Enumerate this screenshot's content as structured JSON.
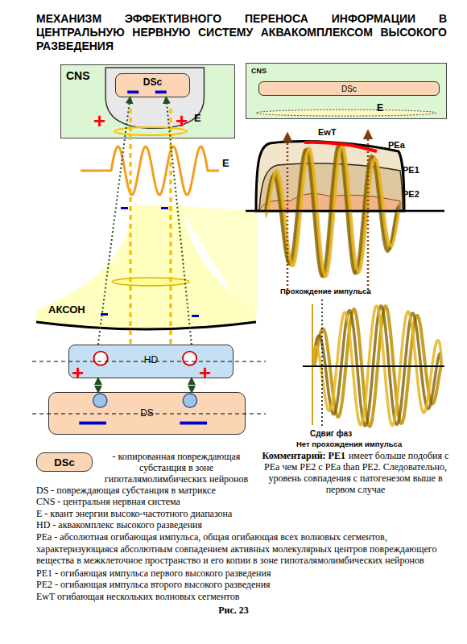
{
  "diagram": {
    "title": "МЕХАНИЗМ ЭФФЕКТИВНОГО ПЕРЕНОСА ИНФОРМАЦИИ В ЦЕНТРАЛЬНУЮ НЕРВНУЮ СИСТЕМУ АКВАКОМПЛЕКСОМ ВЫСОКОГО РАЗВЕДЕНИЯ",
    "caption": "Рис. 23",
    "nodes": [
      {
        "text": [
          "CNS"
        ]
      },
      {
        "text": [
          "DSc"
        ],
        "in": 0
      },
      {
        "text": [
          "АКСОН"
        ]
      },
      {
        "text": [
          "HD"
        ]
      },
      {
        "text": [
          "DS"
        ]
      },
      {
        "text": [
          "CNS"
        ]
      },
      {
        "text": [
          "DSc"
        ],
        "in": 5
      },
      {
        "text": [
          "DSc"
        ]
      }
    ],
    "edges": [
      {
        "from": 4,
        "to": 3,
        "arrow": "both"
      },
      {
        "from": 4,
        "to": 3,
        "arrow": "both"
      },
      {
        "from": 3,
        "to": 1,
        "arrow": "to"
      },
      {
        "from": 3,
        "to": 1,
        "arrow": "to"
      }
    ],
    "labels": [
      "+",
      "+",
      "E",
      "E",
      "+",
      "+",
      "E",
      "EwT",
      "PEa",
      "PE1",
      "PE2",
      "Прохождение импульса",
      "Сдвиг фаз",
      "Нет прохождения импульса",
      "- копированная повреждающая субстанция в зоне гипоталямолимбических нейронов",
      "Комментарий: PE1",
      "имеет больше подобия с PEa чем PE2 с PEa than PE2. Следовательно, уровень совпадения с патогенезом выше в первом случае"
    ],
    "legend": [
      {
        "text": "DS - повреждающая субстанция в матриксе"
      },
      {
        "text": "CNS - центральня нервная система"
      },
      {
        "text": "E - квант энергии высоко-частотного диапазона"
      },
      {
        "text": "HD - аквакомплекс высокого разведения"
      },
      {
        "text": "PEa - абсолютная огибающая импульса, общая огибающая всех волновых сегментов, характеризующаяся абсолютным совпадением активных молекулярных центров повреждающего вещества в межклеточное пространство и его копии в зоне гипоталямолимбических нейронов"
      },
      {
        "text": "PE1 - огибающая импульса первого высокого разведения"
      },
      {
        "text": "PE2 - огибающая импульса второго высокого разведения"
      },
      {
        "text": "EwT огибающая нескольких волновых сегментов"
      }
    ]
  }
}
